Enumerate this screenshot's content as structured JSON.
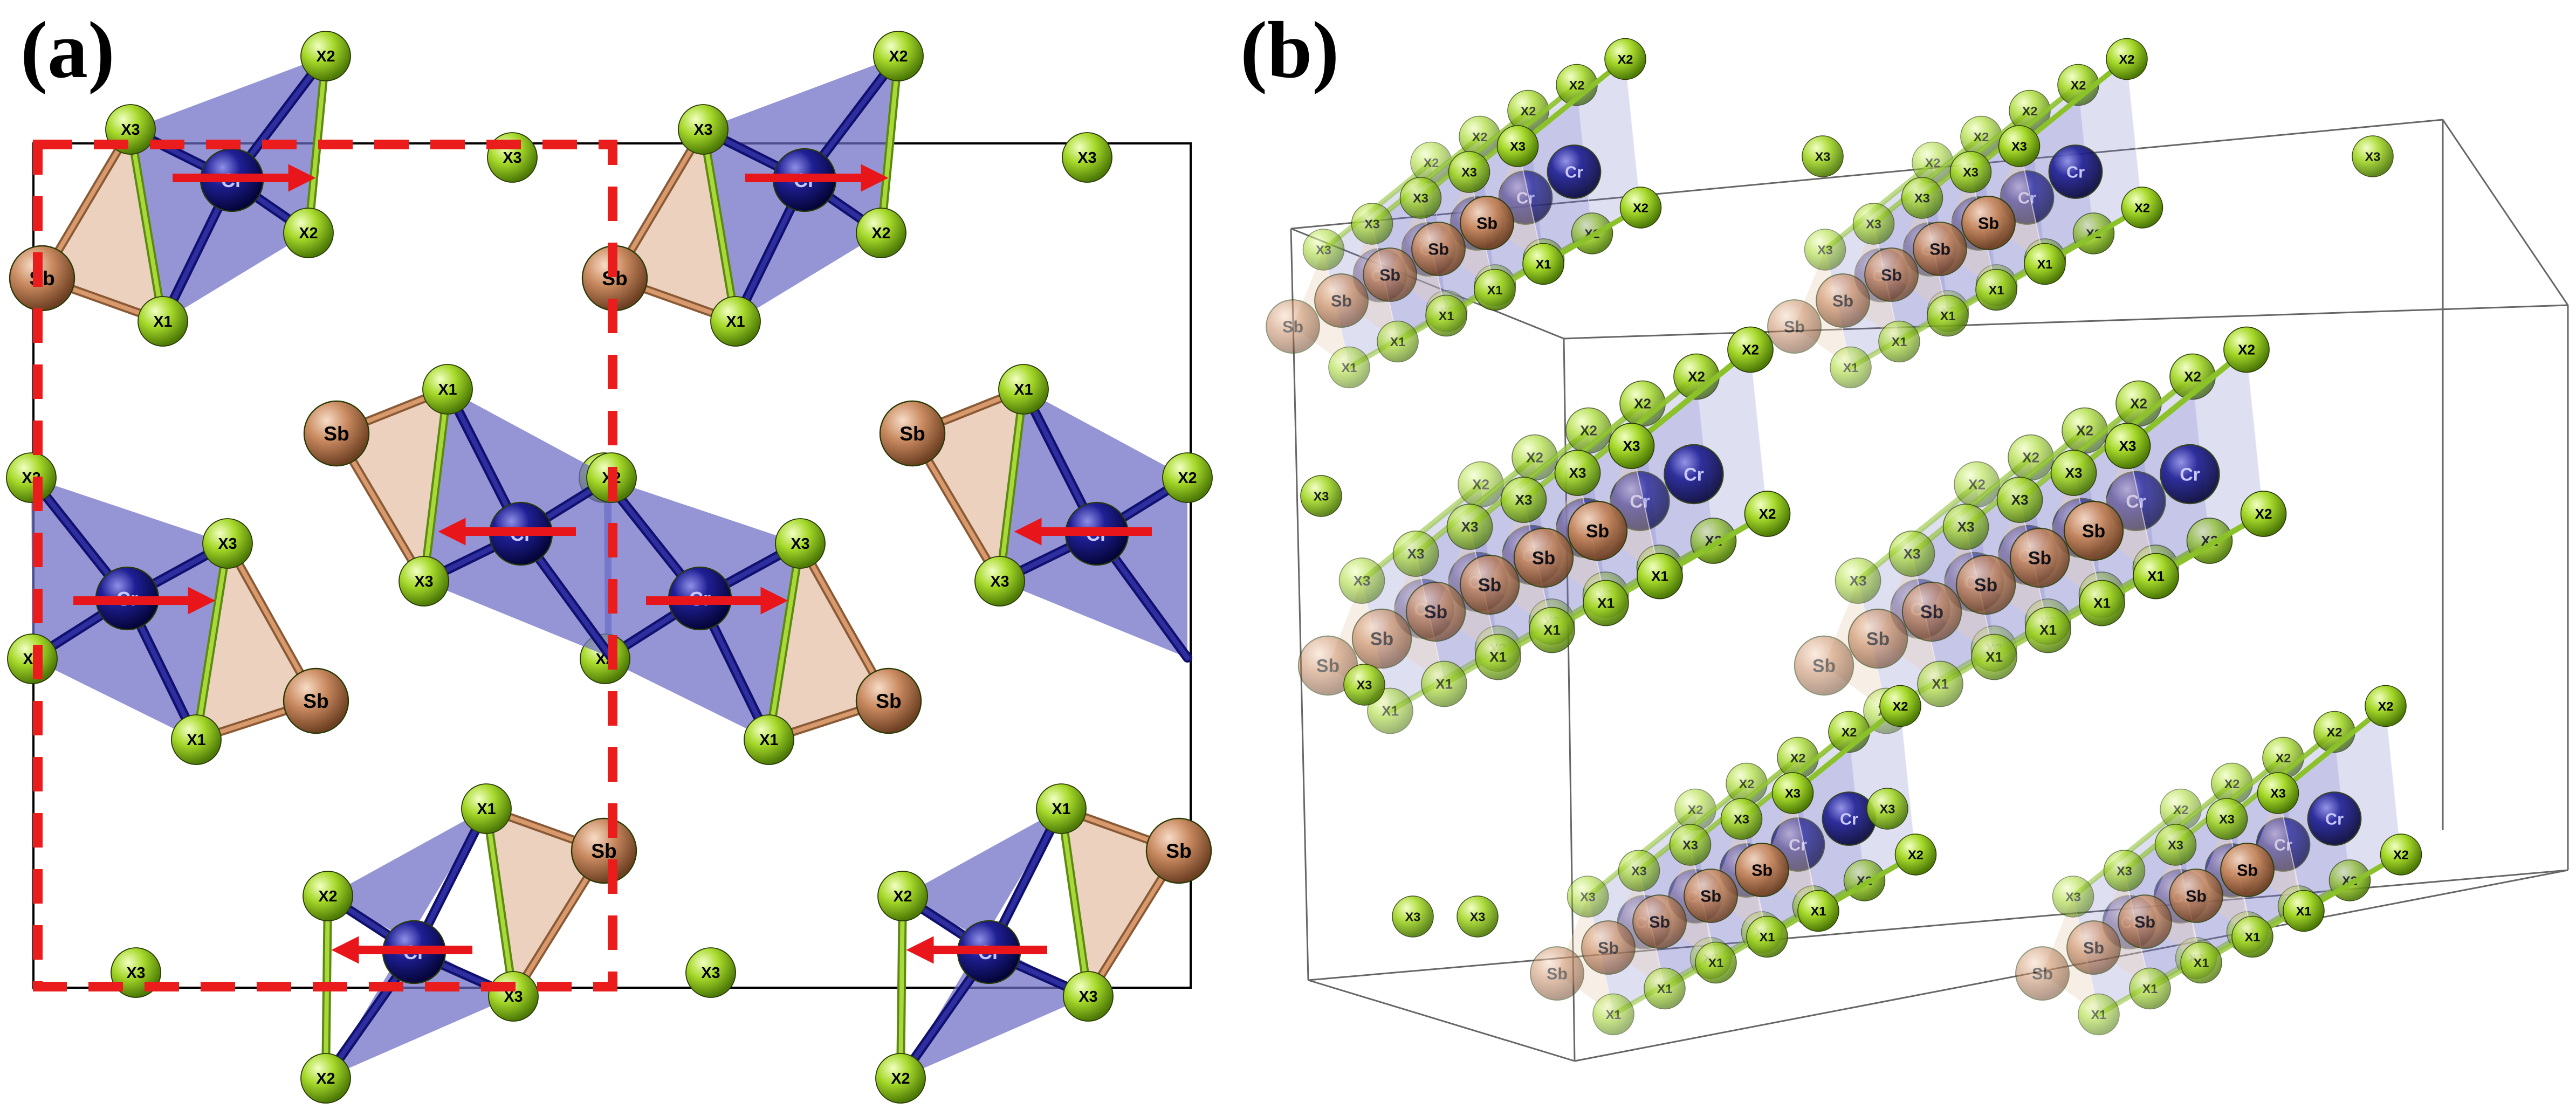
{
  "panels": {
    "a": {
      "label": "(a)"
    },
    "b": {
      "label": "(b)"
    }
  },
  "atoms": {
    "x1": "X1",
    "x2": "X2",
    "x3": "X3",
    "sb": "Sb",
    "cr": "Cr"
  },
  "colors": {
    "x_atom": "#9bd11e",
    "sb_atom": "#c98a60",
    "cr_atom": "#1a1a8a",
    "cr_polyhedron": "#6c6cc6",
    "sb_polyhedron": "#e9cdb8",
    "moment_arrow": "#e8161a",
    "cell_line": "#000000",
    "dashed_cell": "#ea1c1c"
  }
}
